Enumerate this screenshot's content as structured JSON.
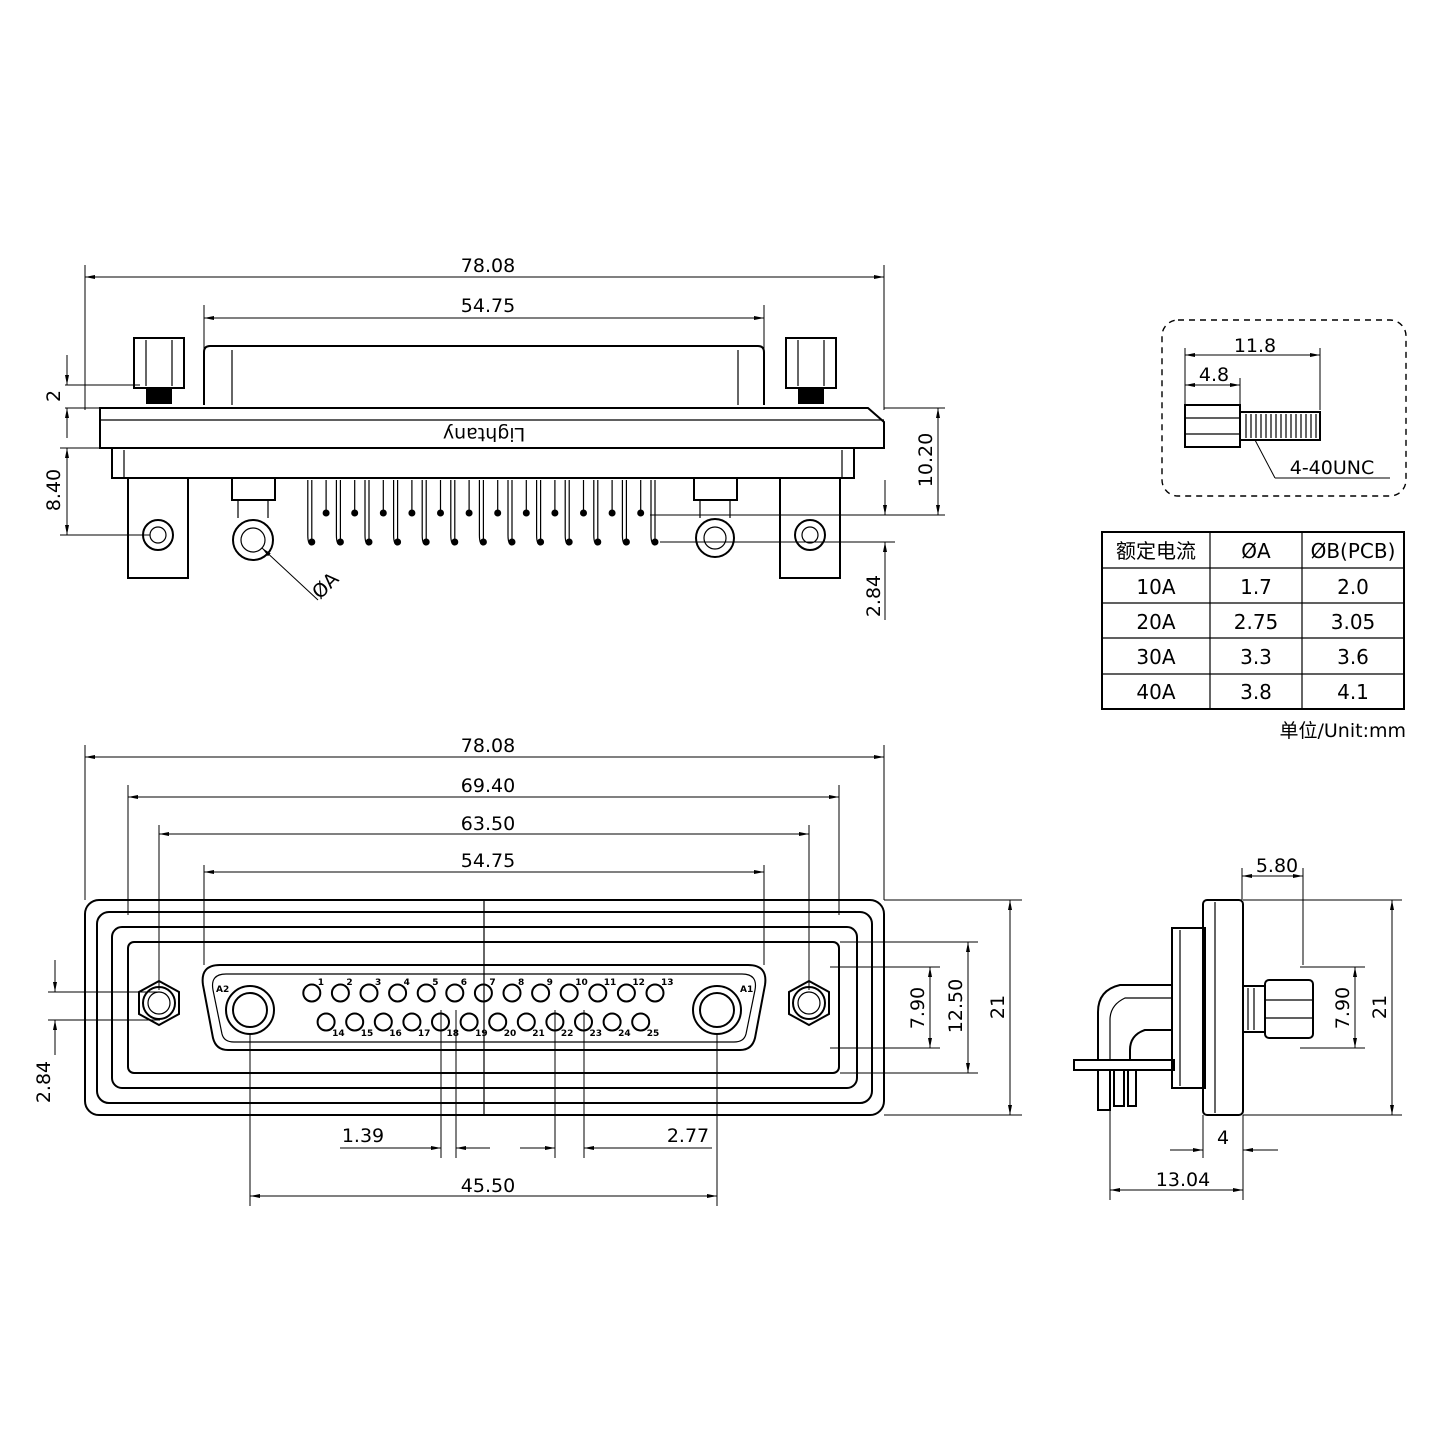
{
  "top_view": {
    "dims": {
      "overall_width": "78.08",
      "shell_width": "54.75",
      "screw_gap": "2",
      "bracket_height": "8.40",
      "flange_height": "10.20",
      "pin_pitch_vertical": "2.84"
    },
    "brand_text": "Lightany",
    "hole_label": "ØA"
  },
  "screw_detail": {
    "total_length": "11.8",
    "head_length": "4.8",
    "thread_label": "4-40UNC"
  },
  "table": {
    "headers": [
      "额定电流",
      "ØA",
      "ØB(PCB)"
    ],
    "rows": [
      [
        "10A",
        "1.7",
        "2.0"
      ],
      [
        "20A",
        "2.75",
        "3.05"
      ],
      [
        "30A",
        "3.3",
        "3.6"
      ],
      [
        "40A",
        "3.8",
        "4.1"
      ]
    ],
    "unit_note": "单位/Unit:mm"
  },
  "front_view": {
    "dims": {
      "overall_width": "78.08",
      "mount_width": "69.40",
      "hole_spacing": "63.50",
      "shell_width": "54.75",
      "pin_pitch": "1.39",
      "pin_pitch_large": "2.77",
      "power_spacing": "45.50",
      "row_height": "7.90",
      "shell_height": "12.50",
      "total_height": "21",
      "left_offset": "2.84"
    },
    "top_row_pins": [
      "13",
      "12",
      "11",
      "10",
      "9",
      "8",
      "7",
      "6",
      "5",
      "4",
      "3",
      "2",
      "1"
    ],
    "bottom_row_pins": [
      "25",
      "24",
      "23",
      "22",
      "21",
      "20",
      "19",
      "18",
      "17",
      "16",
      "15",
      "14"
    ],
    "power_left": "A2",
    "power_right": "A1"
  },
  "side_view": {
    "dims": {
      "flange_depth": "5.80",
      "row_height": "7.90",
      "total_height": "21",
      "pcb_offset": "4",
      "total_depth": "13.04"
    }
  }
}
